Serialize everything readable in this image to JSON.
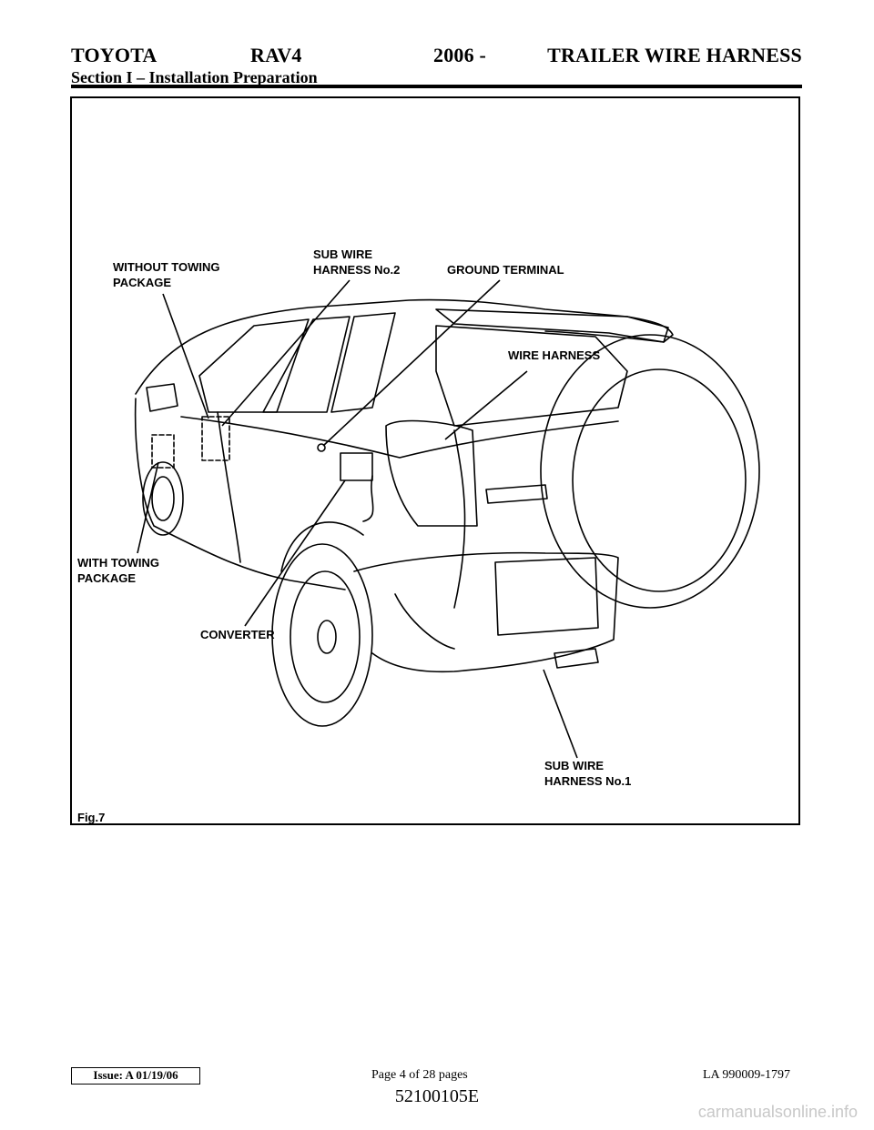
{
  "header": {
    "make": "TOYOTA",
    "model": "RAV4",
    "year": "2006 -",
    "document": "TRAILER WIRE HARNESS",
    "section": "Section I – Installation Preparation"
  },
  "figure": {
    "labels": {
      "without_towing": [
        "WITHOUT TOWING",
        "PACKAGE"
      ],
      "sub_wire_2": [
        "SUB WIRE",
        "HARNESS No.2"
      ],
      "ground_terminal": "GROUND TERMINAL",
      "wire_harness": "WIRE HARNESS",
      "with_towing": [
        "WITH TOWING",
        "PACKAGE"
      ],
      "converter": "CONVERTER",
      "sub_wire_1": [
        "SUB WIRE",
        "HARNESS No.1"
      ],
      "fig": "Fig.7"
    },
    "icon": "vehicle-line-drawing"
  },
  "footer": {
    "issue": "Issue: A 01/19/06",
    "page": "Page 4 of 28 pages",
    "doc_number": "LA 990009-1797",
    "part_number": "52100105E",
    "watermark": "carmanualsonline.info"
  }
}
